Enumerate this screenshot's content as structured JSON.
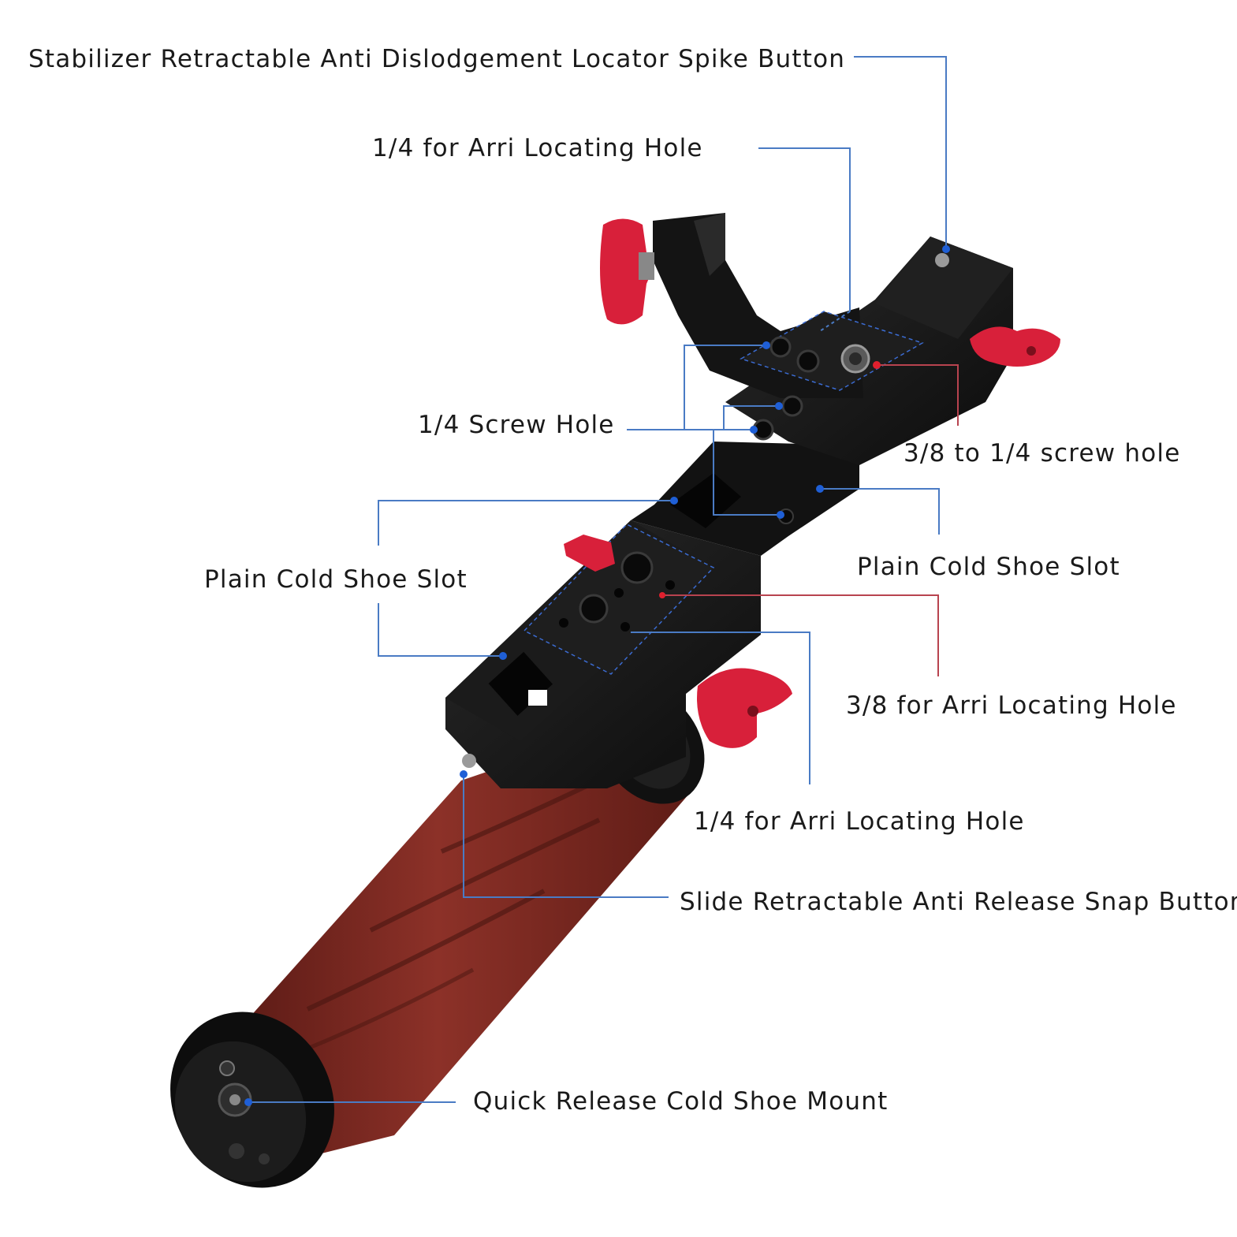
{
  "labels": {
    "stabilizer_spike": "Stabilizer Retractable Anti Dislodgement Locator Spike Button",
    "arri_hole_top": "1/4 for Arri Locating Hole",
    "screw_hole_quarter": "1/4 Screw Hole",
    "screw_hole_38_to_14": "3/8 to 1/4 screw hole",
    "cold_shoe_left": "Plain Cold Shoe Slot",
    "cold_shoe_right": "Plain Cold Shoe Slot",
    "arri_hole_38": "3/8 for Arri Locating Hole",
    "arri_hole_bottom": "1/4 for Arri Locating Hole",
    "snap_button": "Slide Retractable Anti Release Snap Button",
    "quick_release": "Quick Release Cold Shoe Mount"
  },
  "colors": {
    "blue_leader": "#4a7bc4",
    "blue_dot": "#1f5fd6",
    "red_leader": "#b8434f",
    "red_dot": "#e0202e",
    "knob_red": "#d8203a",
    "wood": "#7e2a22",
    "metal_black": "#151515"
  }
}
